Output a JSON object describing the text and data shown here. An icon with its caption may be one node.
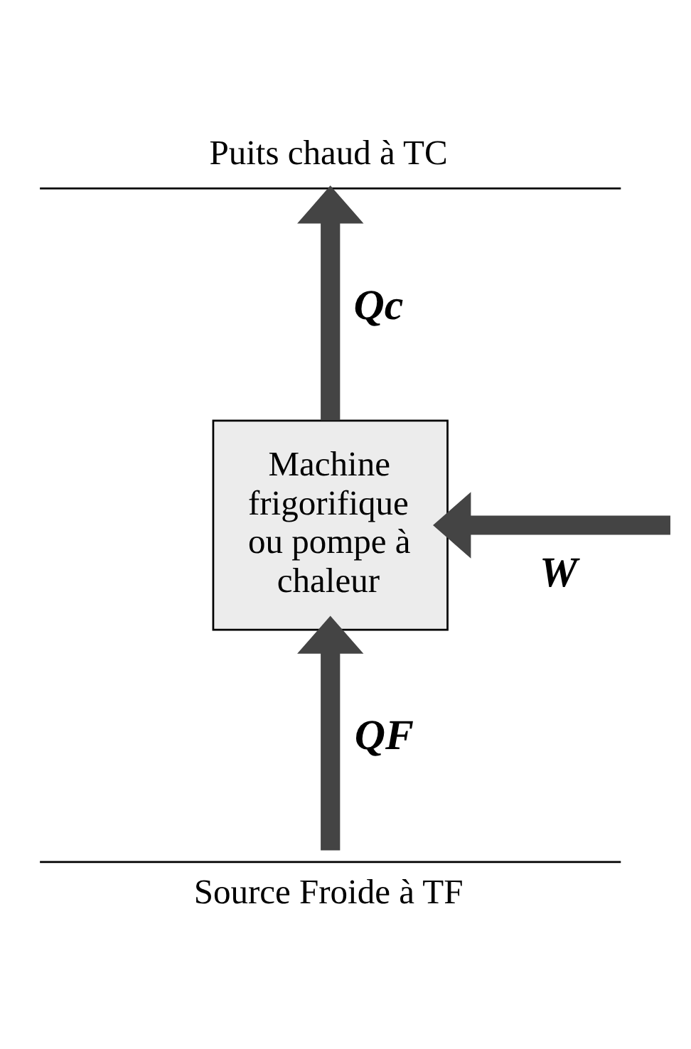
{
  "diagram": {
    "nodes": [
      {
        "text": [
          "Puits chaud à TC"
        ]
      },
      {
        "text": [
          "Machine frigorifique ou pompe à chaleur"
        ]
      },
      {
        "text": [
          "Source Froide à TF"
        ]
      }
    ],
    "edges": [
      {
        "from": 1,
        "to": 0,
        "arrow": "to",
        "label": "Qc"
      },
      {
        "from": 2,
        "to": 1,
        "arrow": "to",
        "label": "QF"
      },
      {
        "from": null,
        "to": 1,
        "arrow": "to",
        "label": "W"
      }
    ]
  }
}
